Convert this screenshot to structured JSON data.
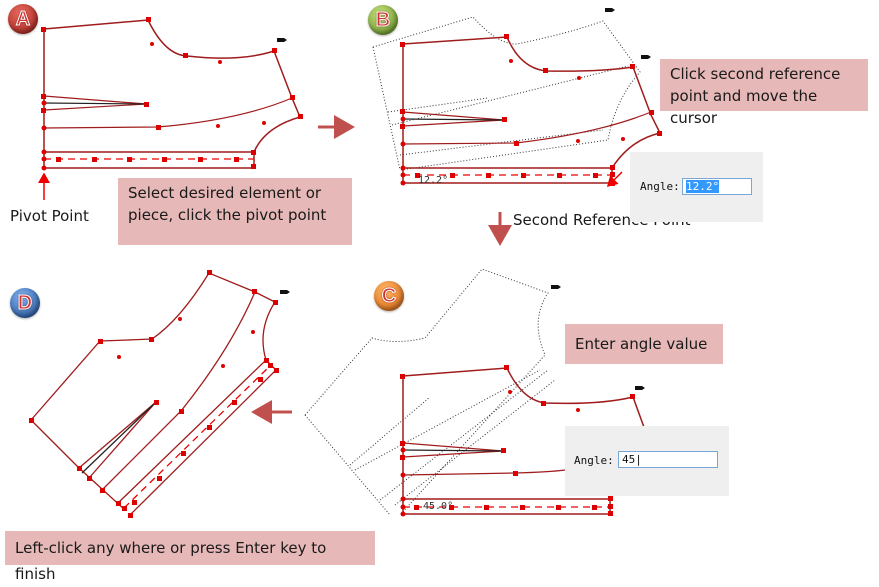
{
  "steps": {
    "a": {
      "badge": "A",
      "badge_color": "#c0302a",
      "callout": "Select desired element or piece, click the pivot point",
      "pointer_label": "Pivot Point"
    },
    "b": {
      "badge": "B",
      "badge_color": "#7aa83a",
      "callout": "Click second reference point and move the cursor",
      "pointer_label": "Second Reference Point",
      "angle_label": "Angle:",
      "angle_value": "12.2°",
      "canvas_angle_text": "12.2°"
    },
    "c": {
      "badge": "C",
      "badge_color": "#e8761e",
      "callout": "Enter angle value",
      "angle_label": "Angle:",
      "angle_value": "45",
      "canvas_angle_text": "45.0°"
    },
    "d": {
      "badge": "D",
      "badge_color": "#2a63b8",
      "callout": "Left-click any where or press Enter key to finish"
    }
  },
  "colors": {
    "pattern_line": "#a01c1c",
    "point": "#dd0000",
    "callout_bg": "#e6b8b8",
    "arrow": "#c0504d"
  }
}
